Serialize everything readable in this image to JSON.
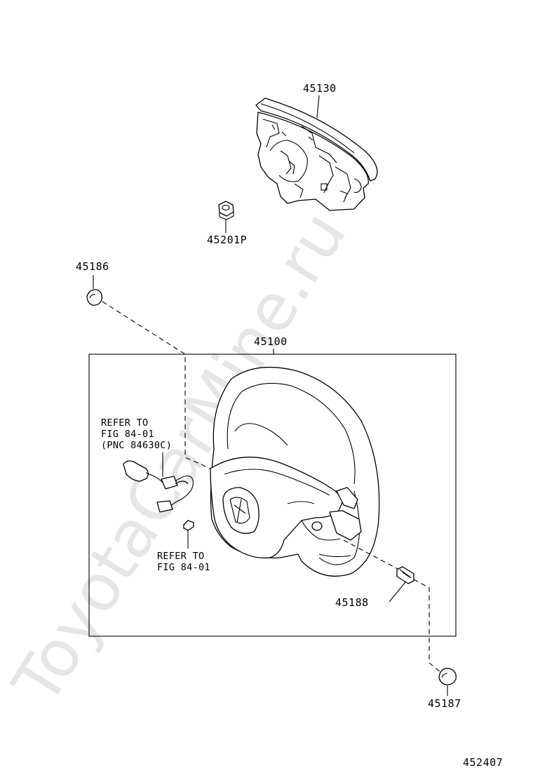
{
  "watermark": "ToyotaCarMine.ru",
  "parts": {
    "airbag_pad": "45130",
    "nut": "45201P",
    "cover_left": "45186",
    "steering_wheel_assy": "45100",
    "bolt_right": "45188",
    "cover_right": "45187"
  },
  "refer_switch": {
    "line1": "REFER TO",
    "line2": "FIG 84-01",
    "line3": "(PNC 84630C)"
  },
  "refer_screw": {
    "line1": "REFER TO",
    "line2": "FIG 84-01"
  },
  "figure_number": "452407"
}
